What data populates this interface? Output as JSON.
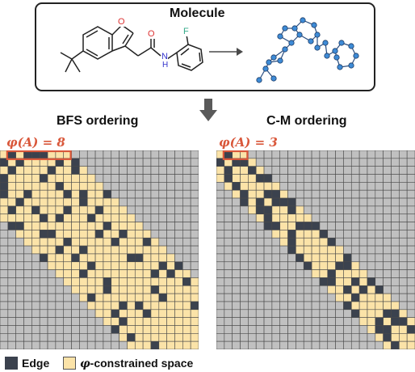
{
  "top_panel": {
    "title": "Molecule",
    "mol_label_O": "O",
    "mol_label_F": "F",
    "mol_label_N": "N",
    "mol_label_H": "H"
  },
  "panels": [
    {
      "title": "BFS ordering",
      "phi_label": "φ(A) = 8",
      "bandwidth": 8
    },
    {
      "title": "C-M ordering",
      "phi_label": "φ(A) = 3",
      "bandwidth": 3
    }
  ],
  "legend": {
    "edge_label": "Edge",
    "space_label": "-constrained space",
    "space_symbol": "φ"
  },
  "colors": {
    "edge": "#3b424e",
    "space": "#fbe3a8",
    "background": "#c0c0c0",
    "grid": "#4a4a4a",
    "highlight": "#d9573a",
    "node": "#3e8bd6",
    "arrow": "#4a4a4a"
  },
  "matrix_size": 25
}
